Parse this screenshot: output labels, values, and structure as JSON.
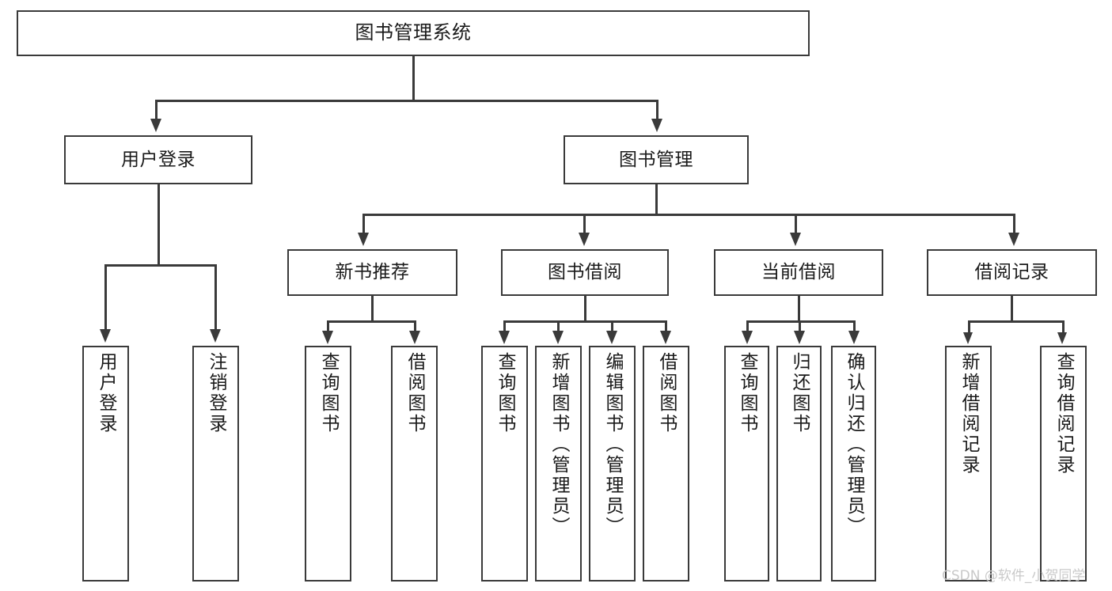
{
  "diagram": {
    "type": "tree",
    "title": "图书管理系统",
    "root": {
      "label": "图书管理系统"
    },
    "level2": [
      {
        "label": "用户登录"
      },
      {
        "label": "图书管理"
      }
    ],
    "level3": [
      {
        "label": "新书推荐"
      },
      {
        "label": "图书借阅"
      },
      {
        "label": "当前借阅"
      },
      {
        "label": "借阅记录"
      }
    ],
    "leaves_user_login": [
      {
        "label": "用户登录"
      },
      {
        "label": "注销登录"
      }
    ],
    "leaves_new_book": [
      {
        "label": "查询图书"
      },
      {
        "label": "借阅图书"
      }
    ],
    "leaves_borrow": [
      {
        "label": "查询图书"
      },
      {
        "label": "新增图书（管理员）"
      },
      {
        "label": "编辑图书（管理员）"
      },
      {
        "label": "借阅图书"
      }
    ],
    "leaves_current": [
      {
        "label": "查询图书"
      },
      {
        "label": "归还图书"
      },
      {
        "label": "确认归还（管理员）"
      }
    ],
    "leaves_records": [
      {
        "label": "新增借阅记录"
      },
      {
        "label": "查询借阅记录"
      }
    ]
  },
  "watermark": {
    "text": "CSDN @软件_小贺同学"
  },
  "colors": {
    "stroke": "#3a3a3a",
    "text": "#1a1a1a",
    "background": "#ffffff",
    "watermark": "#c9c9c9"
  }
}
